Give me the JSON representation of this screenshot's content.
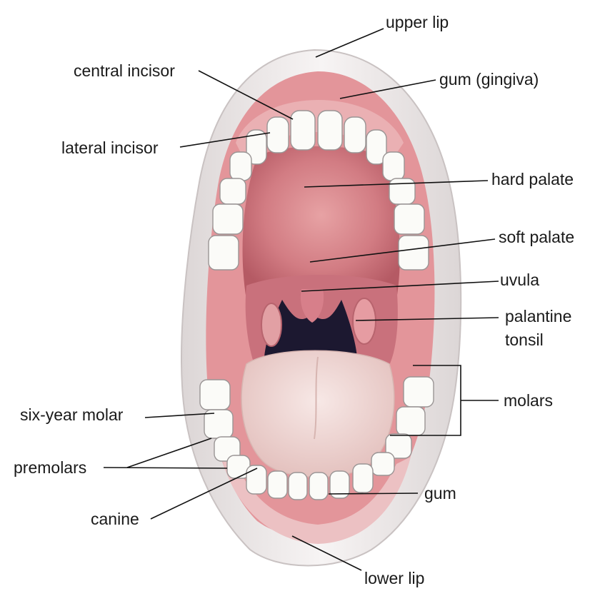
{
  "labels": {
    "upper_lip": "upper lip",
    "central_incisor": "central incisor",
    "gum_gingiva": "gum (gingiva)",
    "lateral_incisor": "lateral incisor",
    "hard_palate": "hard palate",
    "soft_palate": "soft palate",
    "uvula": "uvula",
    "palatine_tonsil_line1": "palantine",
    "palatine_tonsil_line2": "tonsil",
    "molars": "molars",
    "six_year_molar": "six-year molar",
    "premolars": "premolars",
    "gum": "gum",
    "canine": "canine",
    "lower_lip": "lower lip"
  },
  "colors": {
    "lip": "#f3eeee",
    "gum": "#e8a3a6",
    "palate": "#d9828a",
    "throat": "#1c1830",
    "tongue": "#f1dcd9",
    "tooth": "#fbfbf8"
  }
}
